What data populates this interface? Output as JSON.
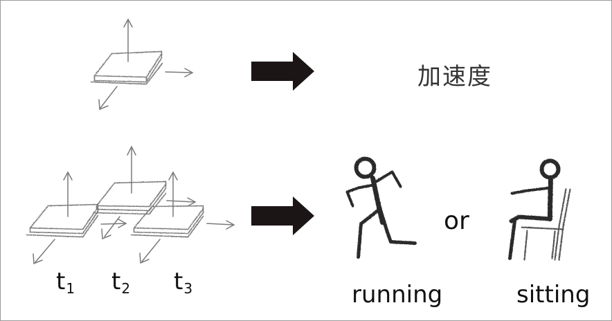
{
  "top_label": "加速度",
  "time_steps": [
    {
      "base": "t",
      "sub": "1"
    },
    {
      "base": "t",
      "sub": "2"
    },
    {
      "base": "t",
      "sub": "3"
    }
  ],
  "activities": {
    "left": "running",
    "connector": "or",
    "right": "sitting"
  },
  "colors": {
    "stroke": "#777777",
    "arrow": "#1c1515",
    "figure": "#2a2a2a"
  }
}
